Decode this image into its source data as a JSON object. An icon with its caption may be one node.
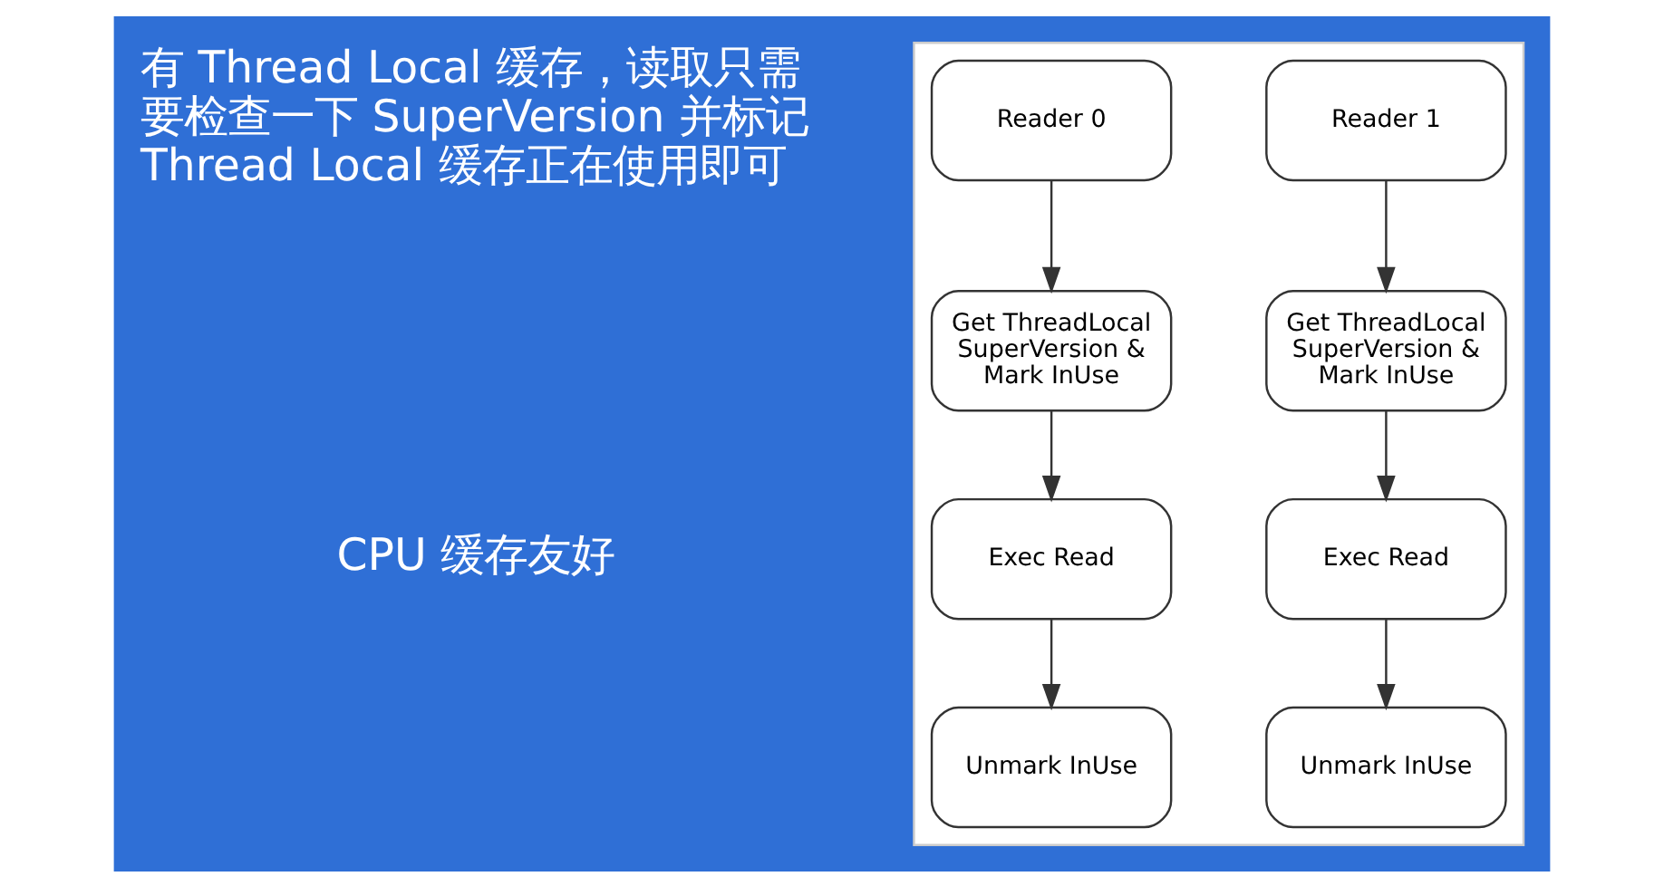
{
  "diagram": {
    "nodes": [
      {
        "text": [],
        "shape": "box"
      },
      {
        "text": [
          "Reader 0"
        ],
        "in": 0
      },
      {
        "text": [
          "Reader 1"
        ],
        "in": 0
      },
      {
        "text": [
          "Get ThreadLocal SuperVersion & Mark InUse"
        ],
        "in": 0
      },
      {
        "text": [
          "Get ThreadLocal SuperVersion & Mark InUse"
        ],
        "in": 0
      },
      {
        "text": [
          "Exec Read"
        ],
        "in": 0
      },
      {
        "text": [
          "Exec Read"
        ],
        "in": 0
      },
      {
        "text": [
          "Unmark InUse"
        ],
        "in": 0
      },
      {
        "text": [
          "Unmark InUse"
        ],
        "in": 0
      }
    ],
    "edges": [
      {
        "from": 1,
        "to": 3,
        "arrow": "to"
      },
      {
        "from": 3,
        "to": 5,
        "arrow": "to"
      },
      {
        "from": 5,
        "to": 7,
        "arrow": "to"
      },
      {
        "from": 2,
        "to": 4,
        "arrow": "to"
      },
      {
        "from": 4,
        "to": 6,
        "arrow": "to"
      },
      {
        "from": 6,
        "to": 8,
        "arrow": "to"
      }
    ],
    "labels": [
      "有 Thread Local 缓存，读取只需要检查一下 SuperVersion 并标记 Thread Local 缓存正在使用即可",
      "CPU 缓存友好"
    ]
  }
}
